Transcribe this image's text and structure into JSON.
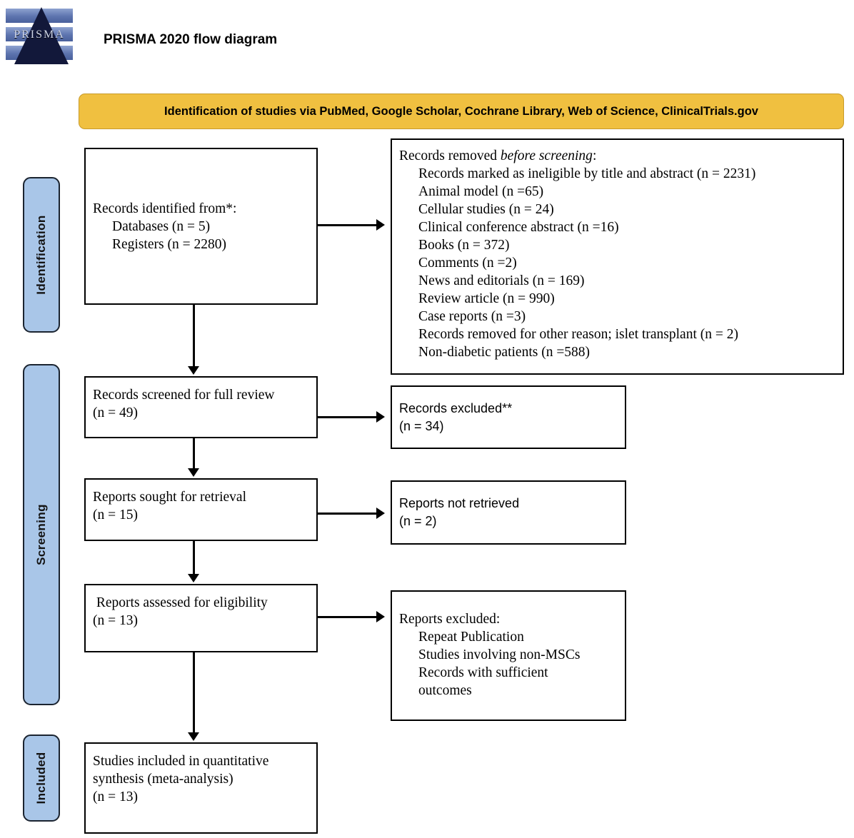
{
  "header": {
    "logo_text": "PRISMA",
    "title": "PRISMA 2020 flow diagram"
  },
  "banner": {
    "label": "Identification of studies via PubMed, Google Scholar, Cochrane Library, Web of Science, ClinicalTrials.gov",
    "color": "#f0c040"
  },
  "phases": {
    "color": "#a9c6e8",
    "identification": "Identification",
    "screening": "Screening",
    "included": "Included"
  },
  "boxes": {
    "identified": {
      "l0": "Records identified from*:",
      "l1": "Databases (n = 5)",
      "l2": "Registers (n = 2280)"
    },
    "removed": {
      "l0_a": "Records removed ",
      "l0_b": "before screening",
      "l0_c": ":",
      "l1": "Records marked as ineligible by title and abstract (n = 2231)",
      "l2": "Animal model (n =65)",
      "l3": "Cellular studies (n = 24)",
      "l4": "Clinical conference abstract (n =16)",
      "l5": "Books (n = 372)",
      "l6": "Comments (n =2)",
      "l7": "News and editorials (n = 169)",
      "l8": "Review article (n = 990)",
      "l9": "Case reports (n =3)",
      "l10": "Records removed for other reason; islet transplant (n = 2)",
      "l11": "Non-diabetic patients (n =588)"
    },
    "screened": {
      "l0": "Records screened for full review",
      "l1": "(n = 49)"
    },
    "excluded": {
      "l0": "Records excluded**",
      "l1": "(n = 34)"
    },
    "sought": {
      "l0": "Reports sought for retrieval",
      "l1": "(n = 15)"
    },
    "not_retrieved": {
      "l0": "Reports not retrieved",
      "l1": "(n = 2)"
    },
    "assessed": {
      "l0": " Reports assessed for eligibility",
      "l1": "(n = 13)"
    },
    "reports_excluded": {
      "l0": "Reports excluded:",
      "l1": "Repeat Publication",
      "l2": "Studies involving non-MSCs",
      "l3": "Records with sufficient",
      "l4": "outcomes"
    },
    "included": {
      "l0": "Studies included in quantitative",
      "l1": "synthesis (meta-analysis)",
      "l2": "(n = 13)"
    }
  }
}
